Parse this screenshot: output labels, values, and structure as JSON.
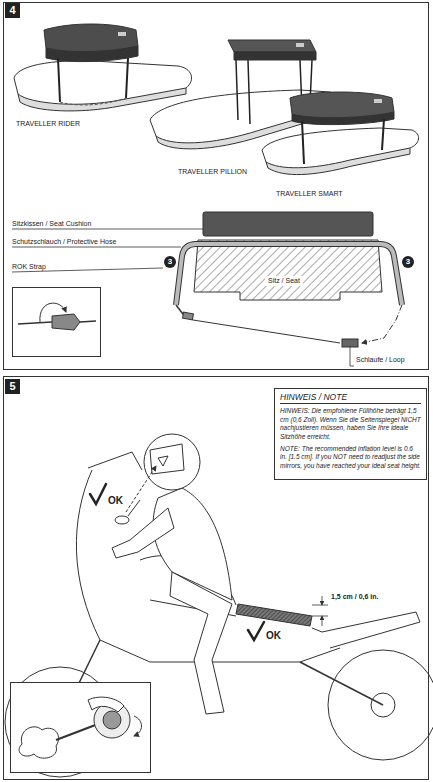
{
  "diagram": {
    "nodes": [
      {
        "text": [
          "HINWEIS / NOTE",
          "HINWEIS: Die empfohlene Füllhöhe beträgt 1,5 cm (0,6 Zoll). Wenn Sie die Seitenspiegel NICHT nachjustieren müssen, haben Sie Ihre ideale Sitzhöhe erreicht.",
          "NOTE: The recommended inflation level is 0.6 in. [1.5 cm]. If you NOT need to readjust the side mirrors, you have reached your ideal seat height."
        ]
      }
    ],
    "labels": [
      "4",
      "TRAVELLER RIDER",
      "TRAVELLER PILLION",
      "TRAVELLER SMART",
      "Sitzkissen / Seat Cushion",
      "Schutzschlauch / Protective Hose",
      "3",
      "3",
      "ROK Strap",
      "Sitz / Seat",
      "Schlaufe / Loop",
      "5",
      "OK",
      "1,5 cm / 0,6 in.",
      "OK"
    ]
  }
}
